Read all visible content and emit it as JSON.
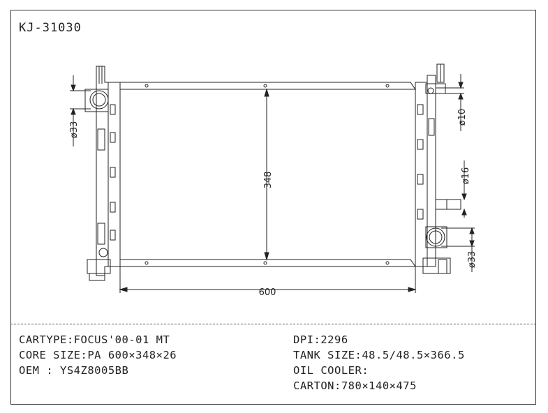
{
  "model_code": "KJ-31030",
  "dimensions": {
    "height": "348",
    "width": "600",
    "inlet_diameter": "ø33",
    "outlet_diameter": "ø33",
    "small_port_diameter": "ø10",
    "cooler_port_diameter": "ø16"
  },
  "specs": {
    "cartype": "CARTYPE:FOCUS'00-01 MT",
    "core_size": "CORE SIZE:PA 600×348×26",
    "oem": "OEM : YS4Z8005BB",
    "dpi": "DPI:2296",
    "tank_size": "TANK SIZE:48.5/48.5×366.5",
    "oil_cooler": "OIL COOLER:",
    "carton": "CARTON:780×140×475"
  }
}
